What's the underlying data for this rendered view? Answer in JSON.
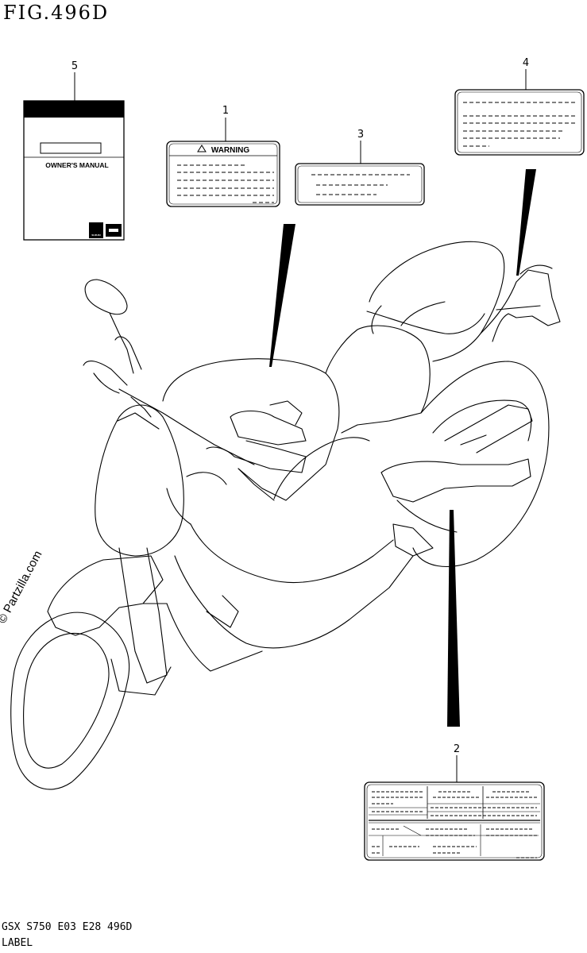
{
  "header": {
    "fig_title": "FIG.496D"
  },
  "callouts": [
    {
      "id": "5",
      "text": "5"
    },
    {
      "id": "1",
      "text": "1"
    },
    {
      "id": "3",
      "text": "3"
    },
    {
      "id": "4",
      "text": "4"
    },
    {
      "id": "2",
      "text": "2"
    }
  ],
  "labels": {
    "warning_label_heading": "WARNING",
    "owners_manual_title": "OWNER'S MANUAL",
    "manual_brand": "SUZUKI"
  },
  "watermark": "© Partzilla.com",
  "footer": {
    "code": "GSX S750 E03 E28 496D",
    "section": "LABEL"
  },
  "colors": {
    "line": "#000000",
    "background": "#ffffff"
  }
}
